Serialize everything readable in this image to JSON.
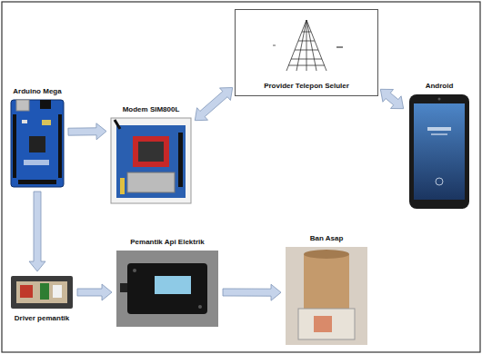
{
  "diagram": {
    "nodes": [
      {
        "text": [
          "Arduino Mega"
        ]
      },
      {
        "text": [
          "Modem SIM800L"
        ]
      },
      {
        "text": [
          "Provider Telepon Seluler"
        ]
      },
      {
        "text": [
          "Android"
        ]
      },
      {
        "text": [
          "Driver pemantik"
        ]
      },
      {
        "text": [
          "Pemantik Api Elektrik"
        ]
      },
      {
        "text": [
          "Ban Asap"
        ]
      }
    ],
    "edges": [
      {
        "from": 0,
        "to": 1,
        "arrow": "to"
      },
      {
        "from": 1,
        "to": 2,
        "arrow": "both"
      },
      {
        "from": 2,
        "to": 3,
        "arrow": "both"
      },
      {
        "from": 0,
        "to": 4,
        "arrow": "to"
      },
      {
        "from": 4,
        "to": 5,
        "arrow": "to"
      },
      {
        "from": 5,
        "to": 6,
        "arrow": "to"
      }
    ]
  }
}
